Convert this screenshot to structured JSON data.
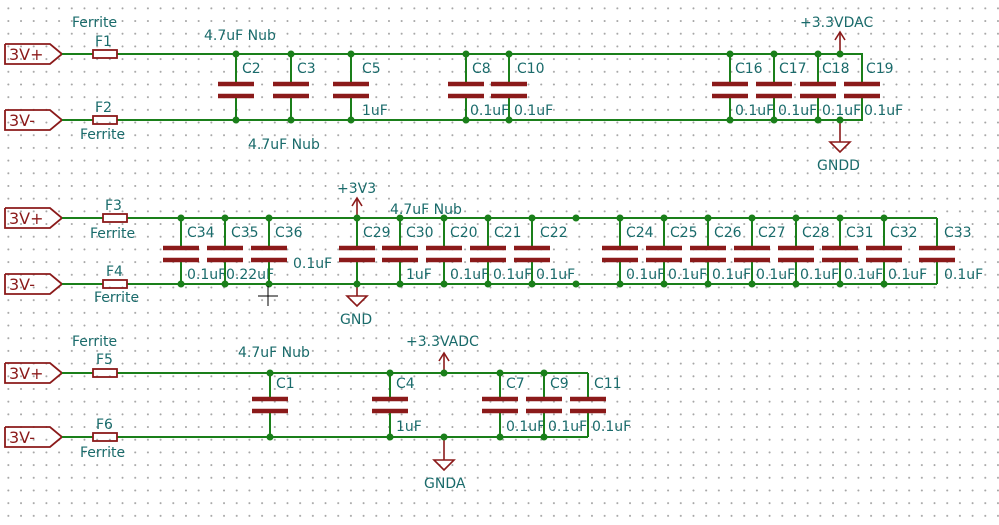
{
  "colors": {
    "wire": "#1a7f1a",
    "component": "#8b1a1a",
    "text": "#1a6b6b",
    "grid": "#a6a6a6"
  },
  "rails": [
    {
      "id": "dac",
      "top_connector": "3V+",
      "bottom_connector": "3V-",
      "ferrites": [
        {
          "ref": "F1",
          "value": "Ferrite"
        },
        {
          "ref": "F2",
          "value": "Ferrite"
        }
      ],
      "capacitors": [
        {
          "ref": "C2",
          "value": "4.7uF Nub"
        },
        {
          "ref": "C3",
          "value": ""
        },
        {
          "ref": "C5",
          "value": "1uF"
        },
        {
          "ref": "C8",
          "value": "0.1uF"
        },
        {
          "ref": "C10",
          "value": "0.1uF"
        },
        {
          "ref": "C16",
          "value": "0.1uF"
        },
        {
          "ref": "C17",
          "value": "0.1uF"
        },
        {
          "ref": "C18",
          "value": "0.1uF"
        },
        {
          "ref": "C19",
          "value": "0.1uF"
        }
      ],
      "extra_value_label": "4.7uF Nub",
      "power_label": "+3.3VDAC",
      "ground_label": "GNDD"
    },
    {
      "id": "digital",
      "top_connector": "3V+",
      "bottom_connector": "3V-",
      "ferrites": [
        {
          "ref": "F3",
          "value": "Ferrite"
        },
        {
          "ref": "F4",
          "value": "Ferrite"
        }
      ],
      "capacitors": [
        {
          "ref": "C34",
          "value": "0.1uF"
        },
        {
          "ref": "C35",
          "value": "0.22uF"
        },
        {
          "ref": "C36",
          "value": "0.1uF"
        },
        {
          "ref": "C29",
          "value": "4.7uF Nub"
        },
        {
          "ref": "C30",
          "value": "1uF"
        },
        {
          "ref": "C20",
          "value": "0.1uF"
        },
        {
          "ref": "C21",
          "value": "0.1uF"
        },
        {
          "ref": "C22",
          "value": "0.1uF"
        },
        {
          "ref": "C24",
          "value": "0.1uF"
        },
        {
          "ref": "C25",
          "value": "0.1uF"
        },
        {
          "ref": "C26",
          "value": "0.1uF"
        },
        {
          "ref": "C27",
          "value": "0.1uF"
        },
        {
          "ref": "C28",
          "value": "0.1uF"
        },
        {
          "ref": "C31",
          "value": "0.1uF"
        },
        {
          "ref": "C32",
          "value": "0.1uF"
        },
        {
          "ref": "C33",
          "value": "0.1uF"
        }
      ],
      "power_label": "+3V3",
      "ground_label": "GND"
    },
    {
      "id": "adc",
      "top_connector": "3V+",
      "bottom_connector": "3V-",
      "ferrites": [
        {
          "ref": "F5",
          "value": "Ferrite"
        },
        {
          "ref": "F6",
          "value": "Ferrite"
        }
      ],
      "capacitors": [
        {
          "ref": "C1",
          "value": "4.7uF Nub"
        },
        {
          "ref": "C4",
          "value": "1uF"
        },
        {
          "ref": "C7",
          "value": "0.1uF"
        },
        {
          "ref": "C9",
          "value": "0.1uF"
        },
        {
          "ref": "C11",
          "value": "0.1uF"
        }
      ],
      "power_label": "+3.3VADC",
      "ground_label": "GNDA"
    }
  ]
}
